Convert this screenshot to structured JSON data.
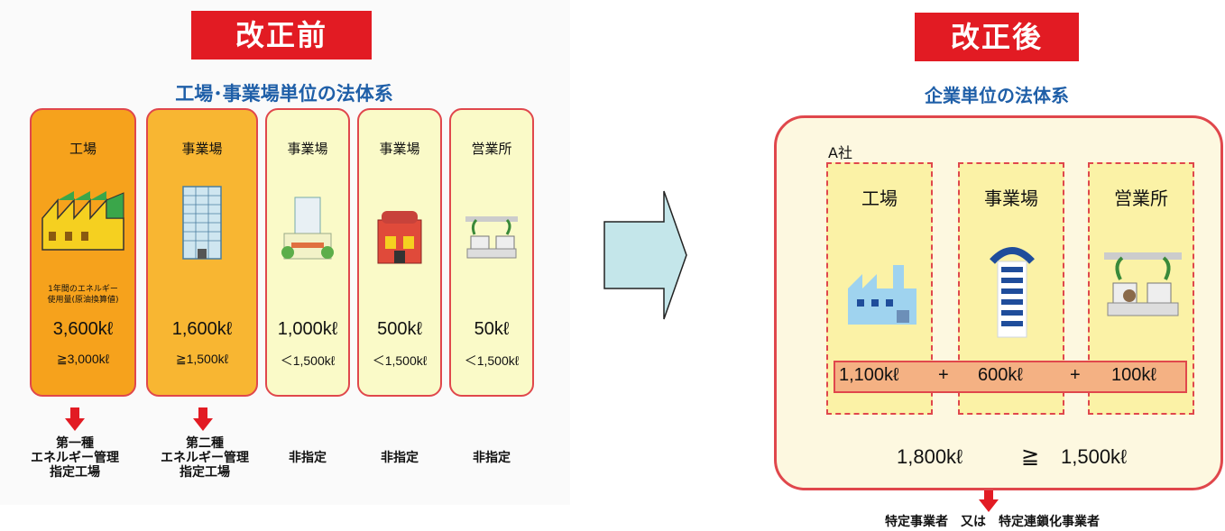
{
  "before": {
    "tag": "改正前",
    "subtitle": "工場･事業場単位の法体系",
    "columns": [
      {
        "name": "工場",
        "note": "1年間のエネルギー\n使用量(原油換算値)",
        "value": "3,600kℓ",
        "criterion": "≧3,000kℓ",
        "result": "第一種\nエネルギー管理\n指定工場"
      },
      {
        "name": "事業場",
        "note": "",
        "value": "1,600kℓ",
        "criterion": "≧1,500kℓ",
        "result": "第二種\nエネルギー管理\n指定工場"
      },
      {
        "name": "事業場",
        "note": "",
        "value": "1,000kℓ",
        "criterion": "＜1,500kℓ",
        "result": "非指定"
      },
      {
        "name": "事業場",
        "note": "",
        "value": "500kℓ",
        "criterion": "＜1,500kℓ",
        "result": "非指定"
      },
      {
        "name": "営業所",
        "note": "",
        "value": "50kℓ",
        "criterion": "＜1,500kℓ",
        "result": "非指定"
      }
    ]
  },
  "after": {
    "tag": "改正後",
    "subtitle": "企業単位の法体系",
    "company_label": "A社",
    "facilities": [
      {
        "name": "工場",
        "value": "1,100kℓ"
      },
      {
        "name": "事業場",
        "value": "600kℓ"
      },
      {
        "name": "営業所",
        "value": "100kℓ"
      }
    ],
    "plus": "+",
    "total": "1,800kℓ",
    "comparator": "≧",
    "threshold": "1,500kℓ",
    "result": "特定事業者　又は　特定連鎖化事業者"
  },
  "colors": {
    "red": "#e21b23",
    "blue_title": "#1f5fa8",
    "orange": "#f6a21c",
    "cream": "#fafac8",
    "band": "#f4b183",
    "arrow": "#c4e6ea"
  }
}
